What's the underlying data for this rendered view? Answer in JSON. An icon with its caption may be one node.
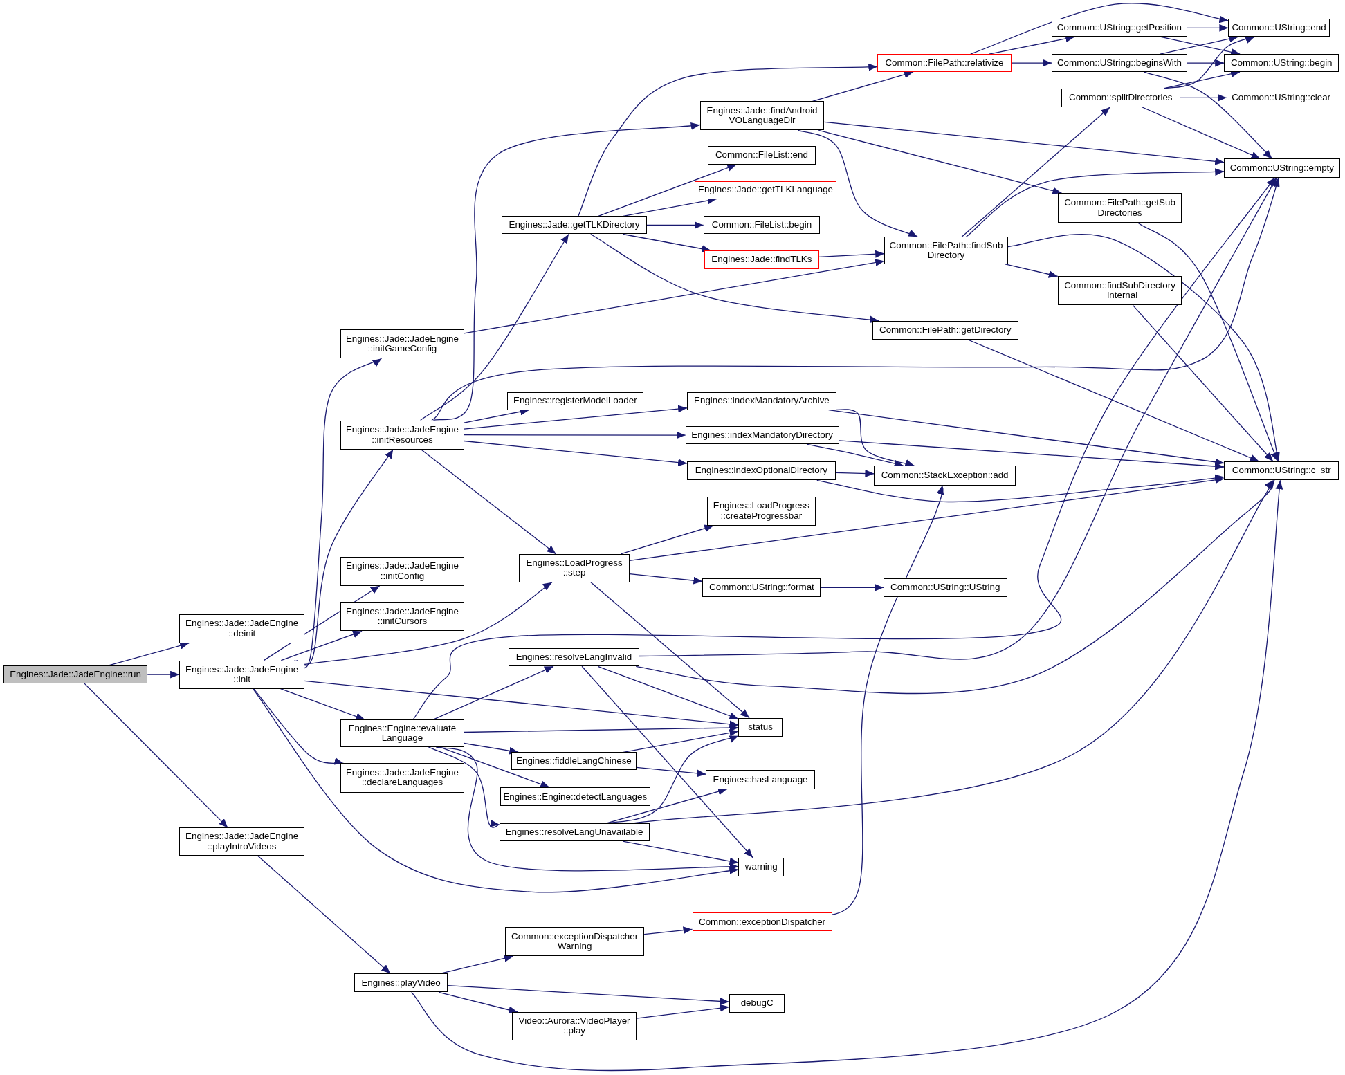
{
  "diagram": {
    "nodes": [
      {
        "text": [
          "Engines::Jade::JadeEngine::run"
        ]
      },
      {
        "text": [
          "Engines::Jade::JadeEngine ::deinit"
        ]
      },
      {
        "text": [
          "Engines::Jade::JadeEngine ::init"
        ]
      },
      {
        "text": [
          "Engines::Jade::JadeEngine ::playIntroVideos"
        ]
      },
      {
        "text": [
          "Engines::Jade::JadeEngine ::initGameConfig"
        ]
      },
      {
        "text": [
          "Engines::Jade::JadeEngine ::initResources"
        ]
      },
      {
        "text": [
          "Engines::Jade::JadeEngine ::initConfig"
        ]
      },
      {
        "text": [
          "Engines::Jade::JadeEngine ::initCursors"
        ]
      },
      {
        "text": [
          "Engines::Engine::evaluate Language"
        ]
      },
      {
        "text": [
          "Engines::Jade::JadeEngine ::declareLanguages"
        ]
      },
      {
        "text": [
          "Engines::playVideo"
        ]
      },
      {
        "text": [
          "Engines::Jade::getTLKDirectory"
        ]
      },
      {
        "text": [
          "Engines::registerModelLoader"
        ]
      },
      {
        "text": [
          "Engines::LoadProgress ::step"
        ]
      },
      {
        "text": [
          "Engines::resolveLangInvalid"
        ]
      },
      {
        "text": [
          "Engines::fiddleLangChinese"
        ]
      },
      {
        "text": [
          "Engines::Engine::detectLanguages"
        ]
      },
      {
        "text": [
          "Engines::resolveLangUnavailable"
        ]
      },
      {
        "text": [
          "Common::exceptionDispatcher Warning"
        ]
      },
      {
        "text": [
          "Video::Aurora::VideoPlayer ::play"
        ]
      },
      {
        "text": [
          "Engines::Jade::findAndroid VOLanguageDir"
        ]
      },
      {
        "text": [
          "Common::FileList::end"
        ]
      },
      {
        "text": [
          "Engines::Jade::getTLKLanguage"
        ]
      },
      {
        "text": [
          "Common::FileList::begin"
        ]
      },
      {
        "text": [
          "Engines::Jade::findTLKs"
        ]
      },
      {
        "text": [
          "Engines::indexMandatoryArchive"
        ]
      },
      {
        "text": [
          "Engines::indexMandatoryDirectory"
        ]
      },
      {
        "text": [
          "Engines::indexOptionalDirectory"
        ]
      },
      {
        "text": [
          "Engines::LoadProgress ::createProgressbar"
        ]
      },
      {
        "text": [
          "Common::UString::format"
        ]
      },
      {
        "text": [
          "status"
        ]
      },
      {
        "text": [
          "Engines::hasLanguage"
        ]
      },
      {
        "text": [
          "warning"
        ]
      },
      {
        "text": [
          "Common::exceptionDispatcher"
        ]
      },
      {
        "text": [
          "debugC"
        ]
      },
      {
        "text": [
          "Common::FilePath::relativize"
        ]
      },
      {
        "text": [
          "Common::FilePath::findSub Directory"
        ]
      },
      {
        "text": [
          "Common::FilePath::getDirectory"
        ]
      },
      {
        "text": [
          "Common::StackException::add"
        ]
      },
      {
        "text": [
          "Common::UString::UString"
        ]
      },
      {
        "text": [
          "Common::UString::getPosition"
        ]
      },
      {
        "text": [
          "Common::UString::beginsWith"
        ]
      },
      {
        "text": [
          "Common::splitDirectories"
        ]
      },
      {
        "text": [
          "Common::FilePath::getSub Directories"
        ]
      },
      {
        "text": [
          "Common::findSubDirectory _internal"
        ]
      },
      {
        "text": [
          "Common::UString::end"
        ]
      },
      {
        "text": [
          "Common::UString::begin"
        ]
      },
      {
        "text": [
          "Common::UString::clear"
        ]
      },
      {
        "text": [
          "Common::UString::empty"
        ]
      },
      {
        "text": [
          "Common::UString::c_str"
        ]
      }
    ],
    "edges": [
      {
        "from": 0,
        "to": 1,
        "arrow": "to"
      },
      {
        "from": 0,
        "to": 2,
        "arrow": "to"
      },
      {
        "from": 0,
        "to": 3,
        "arrow": "to"
      },
      {
        "from": 2,
        "to": 4,
        "arrow": "to"
      },
      {
        "from": 2,
        "to": 5,
        "arrow": "to"
      },
      {
        "from": 2,
        "to": 6,
        "arrow": "to"
      },
      {
        "from": 2,
        "to": 7,
        "arrow": "to"
      },
      {
        "from": 2,
        "to": 13,
        "arrow": "to"
      },
      {
        "from": 2,
        "to": 30,
        "arrow": "to"
      },
      {
        "from": 2,
        "to": 8,
        "arrow": "to"
      },
      {
        "from": 2,
        "to": 9,
        "arrow": "to"
      },
      {
        "from": 2,
        "to": 32,
        "arrow": "to"
      },
      {
        "from": 3,
        "to": 10,
        "arrow": "to"
      },
      {
        "from": 4,
        "to": 36,
        "arrow": "to"
      },
      {
        "from": 5,
        "to": 20,
        "arrow": "to"
      },
      {
        "from": 5,
        "to": 11,
        "arrow": "to"
      },
      {
        "from": 5,
        "to": 48,
        "arrow": "to"
      },
      {
        "from": 5,
        "to": 12,
        "arrow": "to"
      },
      {
        "from": 5,
        "to": 25,
        "arrow": "to"
      },
      {
        "from": 5,
        "to": 26,
        "arrow": "to"
      },
      {
        "from": 5,
        "to": 27,
        "arrow": "to"
      },
      {
        "from": 5,
        "to": 13,
        "arrow": "to"
      },
      {
        "from": 8,
        "to": 14,
        "arrow": "to"
      },
      {
        "from": 8,
        "to": 48,
        "arrow": "to"
      },
      {
        "from": 8,
        "to": 30,
        "arrow": "to"
      },
      {
        "from": 8,
        "to": 15,
        "arrow": "to"
      },
      {
        "from": 8,
        "to": 16,
        "arrow": "to"
      },
      {
        "from": 8,
        "to": 17,
        "arrow": "to"
      },
      {
        "from": 8,
        "to": 32,
        "arrow": "to"
      },
      {
        "from": 10,
        "to": 18,
        "arrow": "to"
      },
      {
        "from": 10,
        "to": 19,
        "arrow": "to"
      },
      {
        "from": 10,
        "to": 34,
        "arrow": "to"
      },
      {
        "from": 10,
        "to": 49,
        "arrow": "to"
      },
      {
        "from": 11,
        "to": 35,
        "arrow": "to"
      },
      {
        "from": 11,
        "to": 21,
        "arrow": "to"
      },
      {
        "from": 11,
        "to": 22,
        "arrow": "to"
      },
      {
        "from": 11,
        "to": 23,
        "arrow": "to"
      },
      {
        "from": 11,
        "to": 24,
        "arrow": "to"
      },
      {
        "from": 11,
        "to": 37,
        "arrow": "to"
      },
      {
        "from": 13,
        "to": 28,
        "arrow": "to"
      },
      {
        "from": 13,
        "to": 49,
        "arrow": "to"
      },
      {
        "from": 13,
        "to": 29,
        "arrow": "to"
      },
      {
        "from": 13,
        "to": 30,
        "arrow": "to"
      },
      {
        "from": 14,
        "to": 48,
        "arrow": "to"
      },
      {
        "from": 14,
        "to": 49,
        "arrow": "to"
      },
      {
        "from": 14,
        "to": 30,
        "arrow": "to"
      },
      {
        "from": 14,
        "to": 32,
        "arrow": "to"
      },
      {
        "from": 15,
        "to": 30,
        "arrow": "to"
      },
      {
        "from": 15,
        "to": 31,
        "arrow": "to"
      },
      {
        "from": 17,
        "to": 30,
        "arrow": "to"
      },
      {
        "from": 17,
        "to": 31,
        "arrow": "to"
      },
      {
        "from": 17,
        "to": 32,
        "arrow": "to"
      },
      {
        "from": 17,
        "to": 49,
        "arrow": "to"
      },
      {
        "from": 18,
        "to": 33,
        "arrow": "to"
      },
      {
        "from": 19,
        "to": 34,
        "arrow": "to"
      },
      {
        "from": 20,
        "to": 35,
        "arrow": "to"
      },
      {
        "from": 20,
        "to": 48,
        "arrow": "to"
      },
      {
        "from": 20,
        "to": 43,
        "arrow": "to"
      },
      {
        "from": 20,
        "to": 36,
        "arrow": "to"
      },
      {
        "from": 24,
        "to": 36,
        "arrow": "to"
      },
      {
        "from": 25,
        "to": 49,
        "arrow": "to"
      },
      {
        "from": 25,
        "to": 38,
        "arrow": "to"
      },
      {
        "from": 26,
        "to": 49,
        "arrow": "to"
      },
      {
        "from": 26,
        "to": 38,
        "arrow": "to"
      },
      {
        "from": 27,
        "to": 38,
        "arrow": "to"
      },
      {
        "from": 27,
        "to": 49,
        "arrow": "to"
      },
      {
        "from": 29,
        "to": 39,
        "arrow": "to"
      },
      {
        "from": 33,
        "to": 38,
        "arrow": "to"
      },
      {
        "from": 35,
        "to": 40,
        "arrow": "to"
      },
      {
        "from": 35,
        "to": 41,
        "arrow": "to"
      },
      {
        "from": 35,
        "to": 45,
        "arrow": "to"
      },
      {
        "from": 36,
        "to": 42,
        "arrow": "to"
      },
      {
        "from": 36,
        "to": 48,
        "arrow": "to"
      },
      {
        "from": 36,
        "to": 49,
        "arrow": "to"
      },
      {
        "from": 36,
        "to": 44,
        "arrow": "to"
      },
      {
        "from": 37,
        "to": 49,
        "arrow": "to"
      },
      {
        "from": 40,
        "to": 45,
        "arrow": "to"
      },
      {
        "from": 40,
        "to": 46,
        "arrow": "to"
      },
      {
        "from": 41,
        "to": 46,
        "arrow": "to"
      },
      {
        "from": 41,
        "to": 45,
        "arrow": "to"
      },
      {
        "from": 41,
        "to": 48,
        "arrow": "to"
      },
      {
        "from": 42,
        "to": 45,
        "arrow": "to"
      },
      {
        "from": 42,
        "to": 46,
        "arrow": "to"
      },
      {
        "from": 42,
        "to": 47,
        "arrow": "to"
      },
      {
        "from": 42,
        "to": 48,
        "arrow": "to"
      },
      {
        "from": 43,
        "to": 49,
        "arrow": "to"
      },
      {
        "from": 44,
        "to": 49,
        "arrow": "to"
      }
    ]
  }
}
